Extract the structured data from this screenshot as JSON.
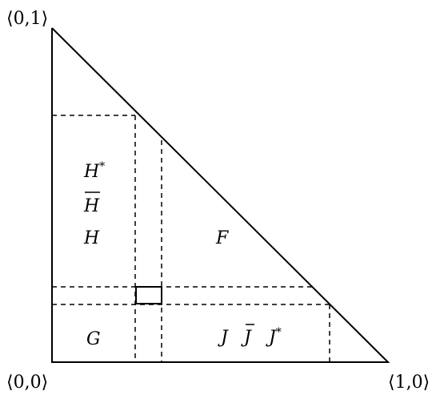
{
  "corners": {
    "origin": "⟨0,0⟩",
    "top": "⟨0,1⟩",
    "right": "⟨1,0⟩"
  },
  "regions": {
    "h_star": "H",
    "h_star_sup": "*",
    "h_bar": "H",
    "h": "H",
    "f": "F",
    "g": "G",
    "j": "J",
    "j_bar": "J",
    "j_star": "J",
    "j_star_sup": "*"
  }
}
